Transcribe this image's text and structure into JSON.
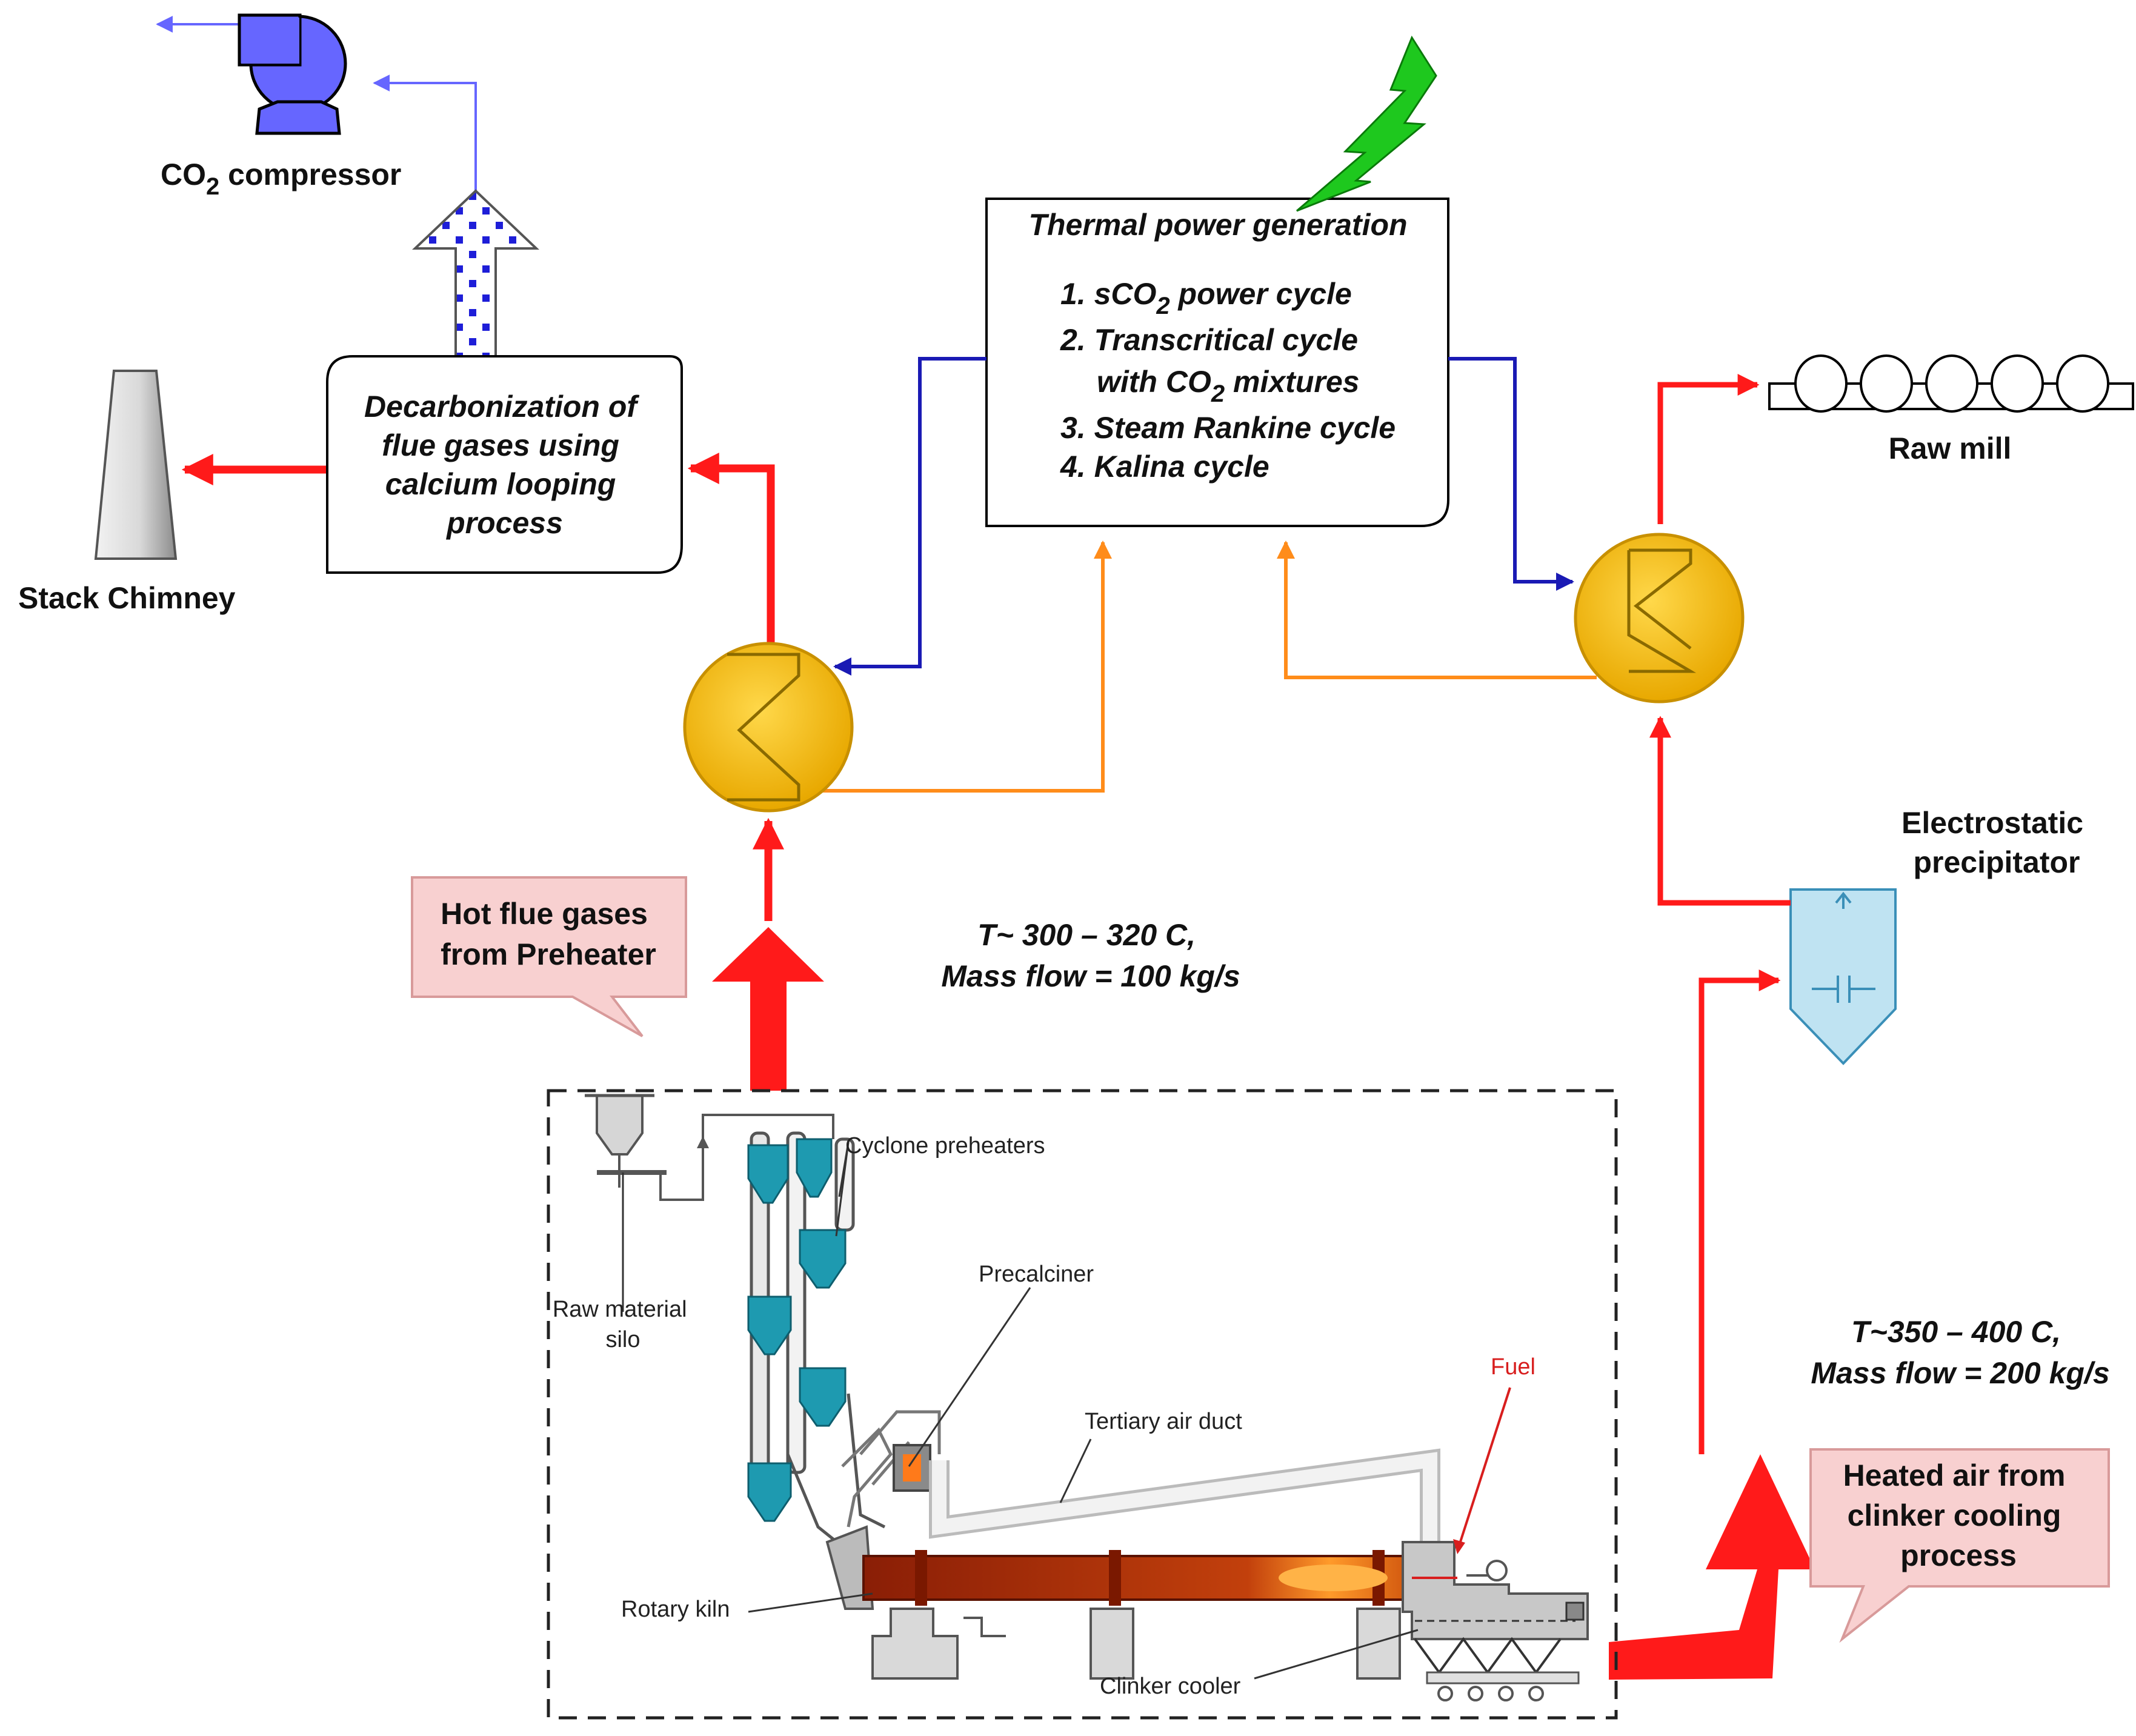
{
  "labels": {
    "co2_compressor": {
      "prefix": "CO",
      "sub": "2",
      "suffix": " compressor"
    },
    "stack_chimney": "Stack Chimney",
    "raw_mill": "Raw mill",
    "electrostatic_precipitator": [
      "Electrostatic",
      "precipitator"
    ]
  },
  "decarbonization_box": [
    "Decarbonization of",
    "flue gases using",
    "calcium looping",
    "process"
  ],
  "thermal_box": {
    "title": "Thermal power generation",
    "items": [
      {
        "lead": "1. sCO",
        "sub": "2",
        "tail": " power cycle"
      },
      {
        "lead": "2. Transcritical cycle",
        "sub": "",
        "tail": ""
      },
      {
        "lead": "with CO",
        "sub": "2",
        "tail": " mixtures"
      },
      {
        "lead": "3. Steam Rankine cycle",
        "sub": "",
        "tail": ""
      },
      {
        "lead": "4. Kalina cycle",
        "sub": "",
        "tail": ""
      }
    ]
  },
  "callouts": {
    "hot_flue_gases": [
      "Hot flue gases",
      "from Preheater"
    ],
    "heated_air": [
      "Heated air from",
      "clinker cooling",
      "process"
    ]
  },
  "flow_conditions": {
    "preheater": [
      "T~ 300 – 320 C,",
      "Mass flow = 100 kg/s"
    ],
    "cooler": [
      "T~350 – 400 C,",
      "Mass flow = 200 kg/s"
    ]
  },
  "plant_labels": {
    "cyclone_preheaters": "Cyclone preheaters",
    "raw_material_silo": [
      "Raw material",
      "silo"
    ],
    "precalciner": "Precalciner",
    "tertiary_air_duct": "Tertiary air duct",
    "fuel": "Fuel",
    "rotary_kiln": "Rotary kiln",
    "clinker_cooler": "Clinker cooler"
  },
  "colors": {
    "flue_gas": "#ff1a1a",
    "cold_loop": "#1a1ab4",
    "hot_loop": "#ff8c1a",
    "co2_line": "#6666ff",
    "heat_exchanger": "#f5b800",
    "callout_fill": "#f8d0d0",
    "cyclone": "#1e9ab0",
    "kiln": "#b02a0a",
    "lightning": "#1ec81e",
    "precipitator": "#bfe3f2"
  }
}
